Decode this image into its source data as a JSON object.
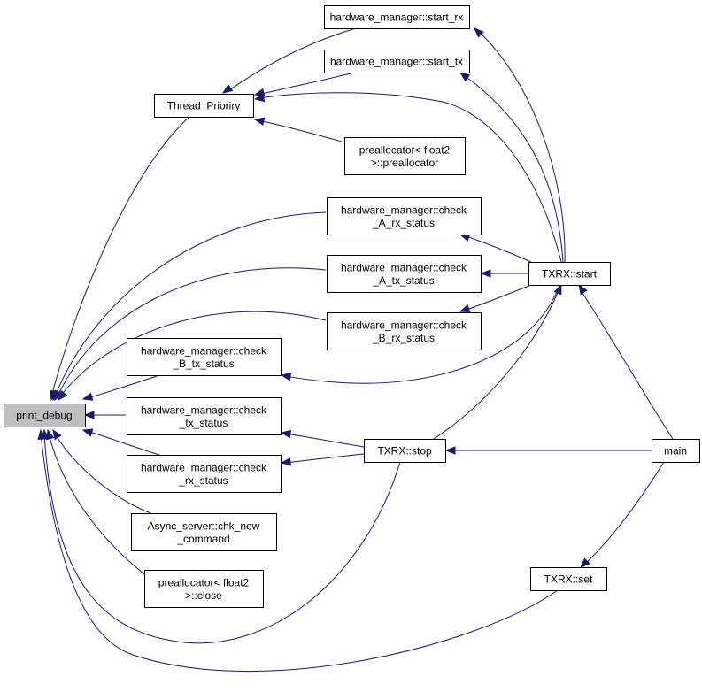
{
  "diagram": {
    "colors": {
      "edge": "#191970",
      "focus_fill": "#bfbfbf",
      "node_fill": "#ffffff",
      "node_stroke": "#000000"
    },
    "nodes": {
      "print_debug": [
        "print_debug"
      ],
      "thread_prioriry": [
        "Thread_Prioriry"
      ],
      "start_rx": [
        "hardware_manager::start_rx"
      ],
      "start_tx": [
        "hardware_manager::start_tx"
      ],
      "preallocator_ctor": [
        "preallocator< float2",
        ">::preallocator"
      ],
      "check_a_rx": [
        "hardware_manager::check",
        "_A_rx_status"
      ],
      "check_a_tx": [
        "hardware_manager::check",
        "_A_tx_status"
      ],
      "check_b_rx": [
        "hardware_manager::check",
        "_B_rx_status"
      ],
      "check_b_tx": [
        "hardware_manager::check",
        "_B_tx_status"
      ],
      "check_tx": [
        "hardware_manager::check",
        "_tx_status"
      ],
      "check_rx": [
        "hardware_manager::check",
        "_rx_status"
      ],
      "chk_new_command": [
        "Async_server::chk_new",
        "_command"
      ],
      "preallocator_close": [
        "preallocator< float2",
        ">::close"
      ],
      "txrx_start": [
        "TXRX::start"
      ],
      "txrx_stop": [
        "TXRX::stop"
      ],
      "txrx_set": [
        "TXRX::set"
      ],
      "main": [
        "main"
      ]
    }
  }
}
